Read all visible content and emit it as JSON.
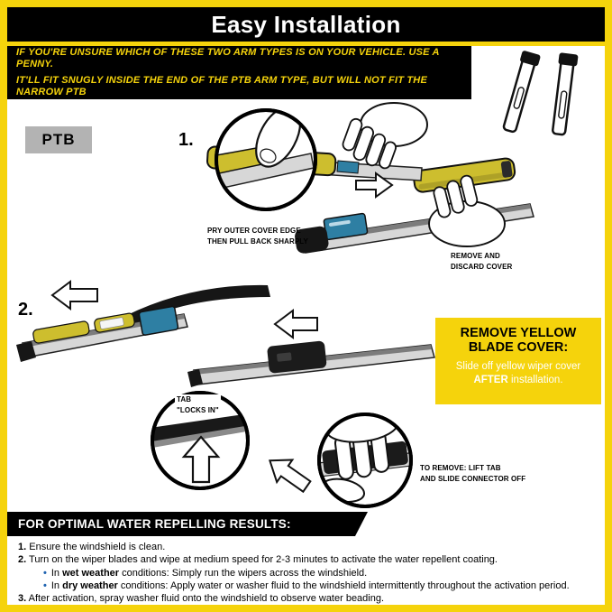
{
  "header": {
    "title": "Easy Installation"
  },
  "warning": {
    "line1": "IF YOU'RE UNSURE WHICH OF THESE TWO ARM TYPES IS ON YOUR VEHICLE. USE A PENNY.",
    "line2": "IT'LL FIT SNUGLY INSIDE THE END OF THE PTB ARM TYPE, BUT WILL NOT FIT THE NARROW PTB"
  },
  "steps": {
    "ptb_label": "PTB",
    "step1_num": "1.",
    "step2_num": "2.",
    "captions": {
      "pry_line1": "PRY OUTER COVER EDGE",
      "pry_line2": "THEN PULL BACK SHARPLY",
      "discard_line1": "REMOVE AND",
      "discard_line2": "DISCARD COVER",
      "tab_line1": "TAB",
      "tab_line2": "\"LOCKS IN\"",
      "remove_line1": "TO REMOVE: LIFT TAB",
      "remove_line2": "AND SLIDE CONNECTOR OFF"
    }
  },
  "yellow_box": {
    "title_line1": "REMOVE YELLOW",
    "title_line2": "BLADE COVER:",
    "body_line1": "Slide off yellow wiper cover",
    "body_bold": "AFTER",
    "body_after": " installation."
  },
  "footer": {
    "heading": "FOR OPTIMAL WATER REPELLING RESULTS:",
    "bullet_glyph": "•",
    "item1_num": "1.",
    "item1": "Ensure the windshield is clean.",
    "item2_num": "2.",
    "item2": "Turn on the wiper blades and wipe at medium speed for 2-3 minutes to activate the water repellent coating.",
    "bullet1_pre": "In ",
    "bullet1_bold": "wet weather",
    "bullet1_post": " conditions: Simply run the wipers across the windshield.",
    "bullet2_pre": "In ",
    "bullet2_bold": "dry weather",
    "bullet2_post": " conditions: Apply water or washer fluid to the windshield intermittently throughout the activation period.",
    "item3_num": "3.",
    "item3": "After activation, spray washer fluid onto the windshield to observe water beading."
  },
  "colors": {
    "frame_yellow": "#f5d30c",
    "black": "#000000",
    "connector_blue": "#2e7fa3",
    "cover_yellow": "#cdbe2e",
    "label_gray": "#b3b3b3",
    "bullet_blue": "#1f63b0"
  }
}
